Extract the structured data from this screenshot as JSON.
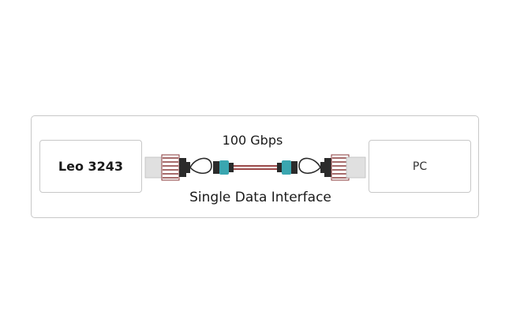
{
  "diagram": {
    "source_device": {
      "label": "Leo 3243"
    },
    "target_device": {
      "label": "PC"
    },
    "link": {
      "speed_label": "100 Gbps",
      "interface_label": "Single Data Interface"
    },
    "colors": {
      "frame_border": "#c8c8c8",
      "transceiver_body": "#e0e0e0",
      "transceiver_bands": "#8a3a3a",
      "connector_dark": "#2b2b2b",
      "fiber_cable": "#9b4a4a",
      "fiber_connector": "#3aa6b0"
    }
  }
}
